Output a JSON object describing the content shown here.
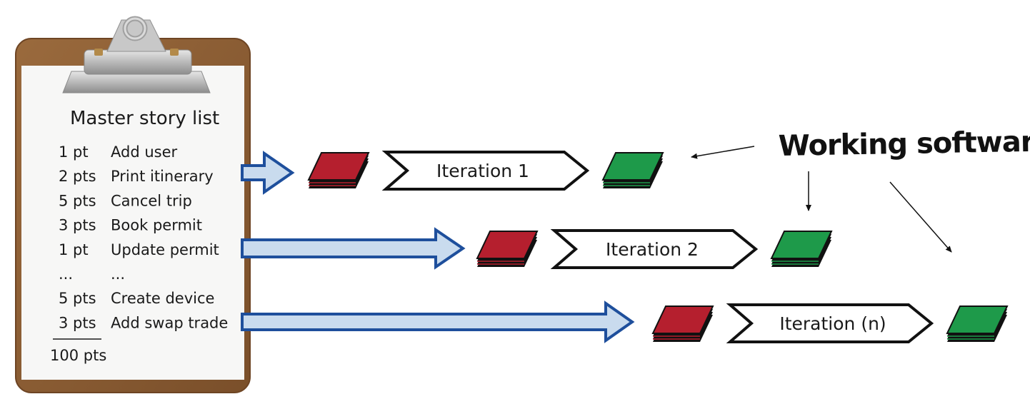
{
  "clipboard": {
    "title": "Master story list",
    "stories": [
      {
        "points": "1 pt",
        "name": "Add user"
      },
      {
        "points": "2 pts",
        "name": "Print itinerary"
      },
      {
        "points": "5 pts",
        "name": "Cancel trip"
      },
      {
        "points": "3 pts",
        "name": "Book permit"
      },
      {
        "points": "1 pt",
        "name": "Update permit"
      },
      {
        "points": "...",
        "name": "..."
      },
      {
        "points": "5 pts",
        "name": "Create device"
      },
      {
        "points": "3 pts",
        "name": "Add swap trade"
      }
    ],
    "total": "100 pts"
  },
  "iterations": [
    {
      "label": "Iteration 1"
    },
    {
      "label": "Iteration 2"
    },
    {
      "label": "Iteration (n)"
    }
  ],
  "annotation": {
    "label": "Working software"
  },
  "colors": {
    "board": "#8a5c33",
    "board_edge": "#6e4524",
    "paper": "#f7f7f6",
    "arrow_fill": "#c9dbee",
    "arrow_stroke": "#1e4f9c",
    "input_card": "#b51f2e",
    "output_card": "#1e9a4a",
    "card_stack": "#111111"
  }
}
